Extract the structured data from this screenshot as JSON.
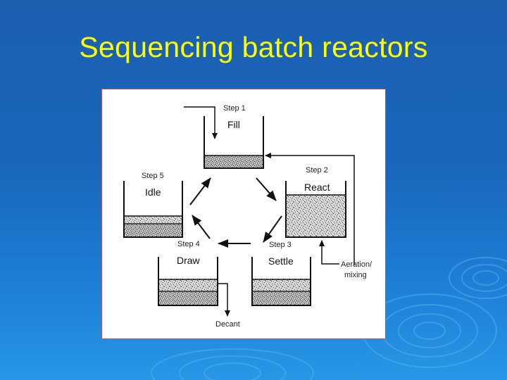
{
  "slide": {
    "title": "Sequencing batch reactors"
  },
  "diagram": {
    "steps": [
      {
        "step": "Step 1",
        "name": "Fill"
      },
      {
        "step": "Step 2",
        "name": "React"
      },
      {
        "step": "Step 3",
        "name": "Settle"
      },
      {
        "step": "Step 4",
        "name": "Draw"
      },
      {
        "step": "Step 5",
        "name": "Idle"
      }
    ],
    "aeration_label_line1": "Aeration/",
    "aeration_label_line2": "mixing",
    "decant_label": "Decant"
  },
  "colors": {
    "title": "#ffff00",
    "background": "#1b63b6",
    "panel_border": "#c0505a"
  }
}
